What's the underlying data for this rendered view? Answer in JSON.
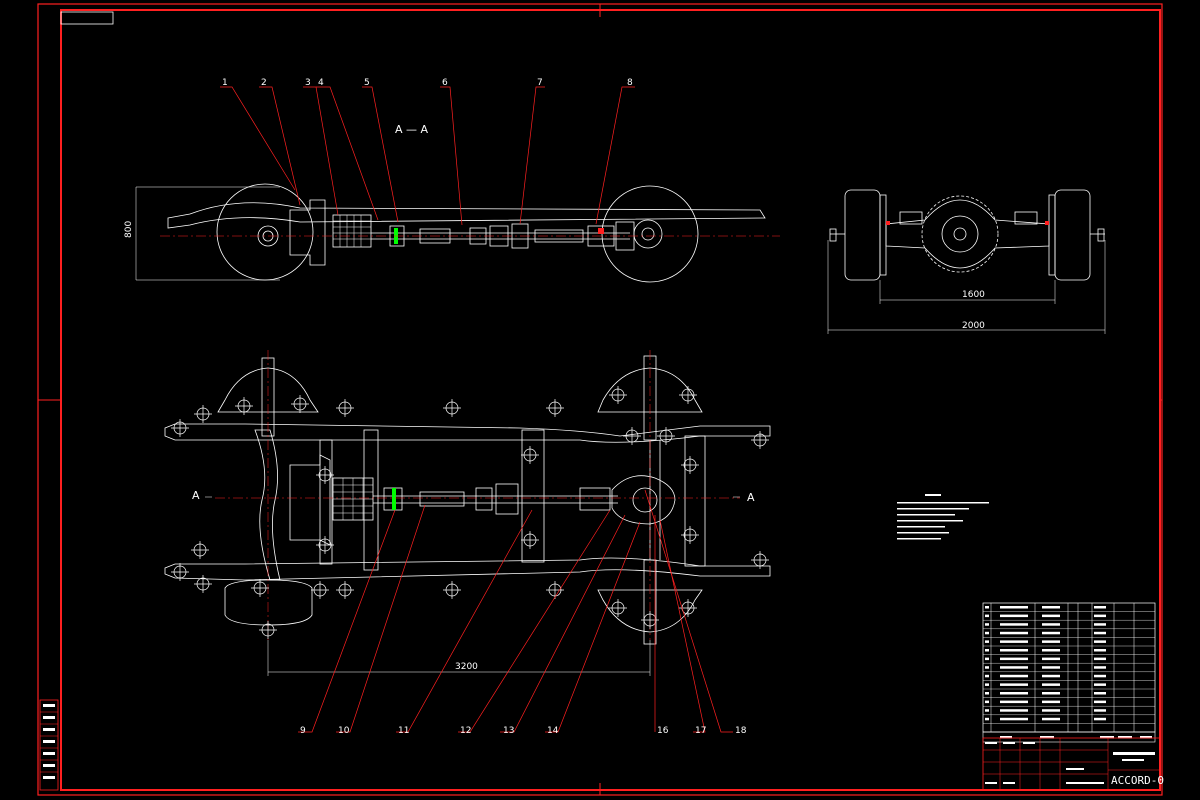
{
  "colors": {
    "background": "#000000",
    "frame": "#ff2020",
    "lines": "#ffffff",
    "accent": "#00ff00"
  },
  "drawing": {
    "section_view_label": "A — A",
    "section_mark": "A",
    "drawing_code": "ACCORD-0"
  },
  "callouts": {
    "top": [
      "1",
      "2",
      "3",
      "4",
      "5",
      "6",
      "7",
      "8"
    ],
    "bottom": [
      "9",
      "10",
      "11",
      "12",
      "13",
      "14",
      "16",
      "17",
      "18"
    ]
  }
}
